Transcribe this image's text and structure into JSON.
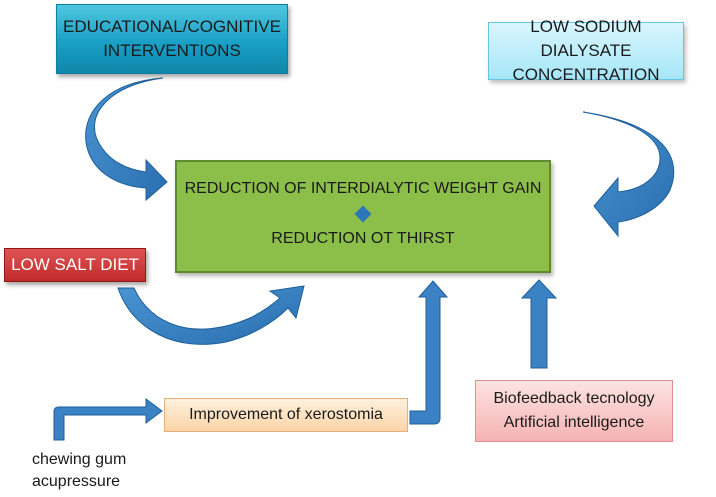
{
  "nodes": {
    "educational": [
      "EDUCATIONAL/COGNITIVE",
      "INTERVENTIONS"
    ],
    "sodium": [
      "LOW SODIUM DIALYSATE",
      "CONCENTRATION"
    ],
    "center": [
      "REDUCTION OF INTERDIALYTIC WEIGHT GAIN",
      "REDUCTION OT THIRST"
    ],
    "salt": "LOW SALT DIET",
    "xerostomia": "Improvement of xerostomia",
    "biofeedback": [
      "Biofeedback tecnology",
      "Artificial intelligence"
    ],
    "chewing": [
      "chewing gum",
      "acupressure"
    ]
  },
  "colors": {
    "arrow": "#2d76b7",
    "arrow_light": "#4a94d2",
    "center_box": "#8cbe4a",
    "educational_box": "#1aa0c6",
    "sodium_box": "#a6e6f7",
    "salt_box": "#c02a2a",
    "xerostomia_box": "#fbd4a6",
    "biofeedback_box": "#f6b3b3"
  }
}
